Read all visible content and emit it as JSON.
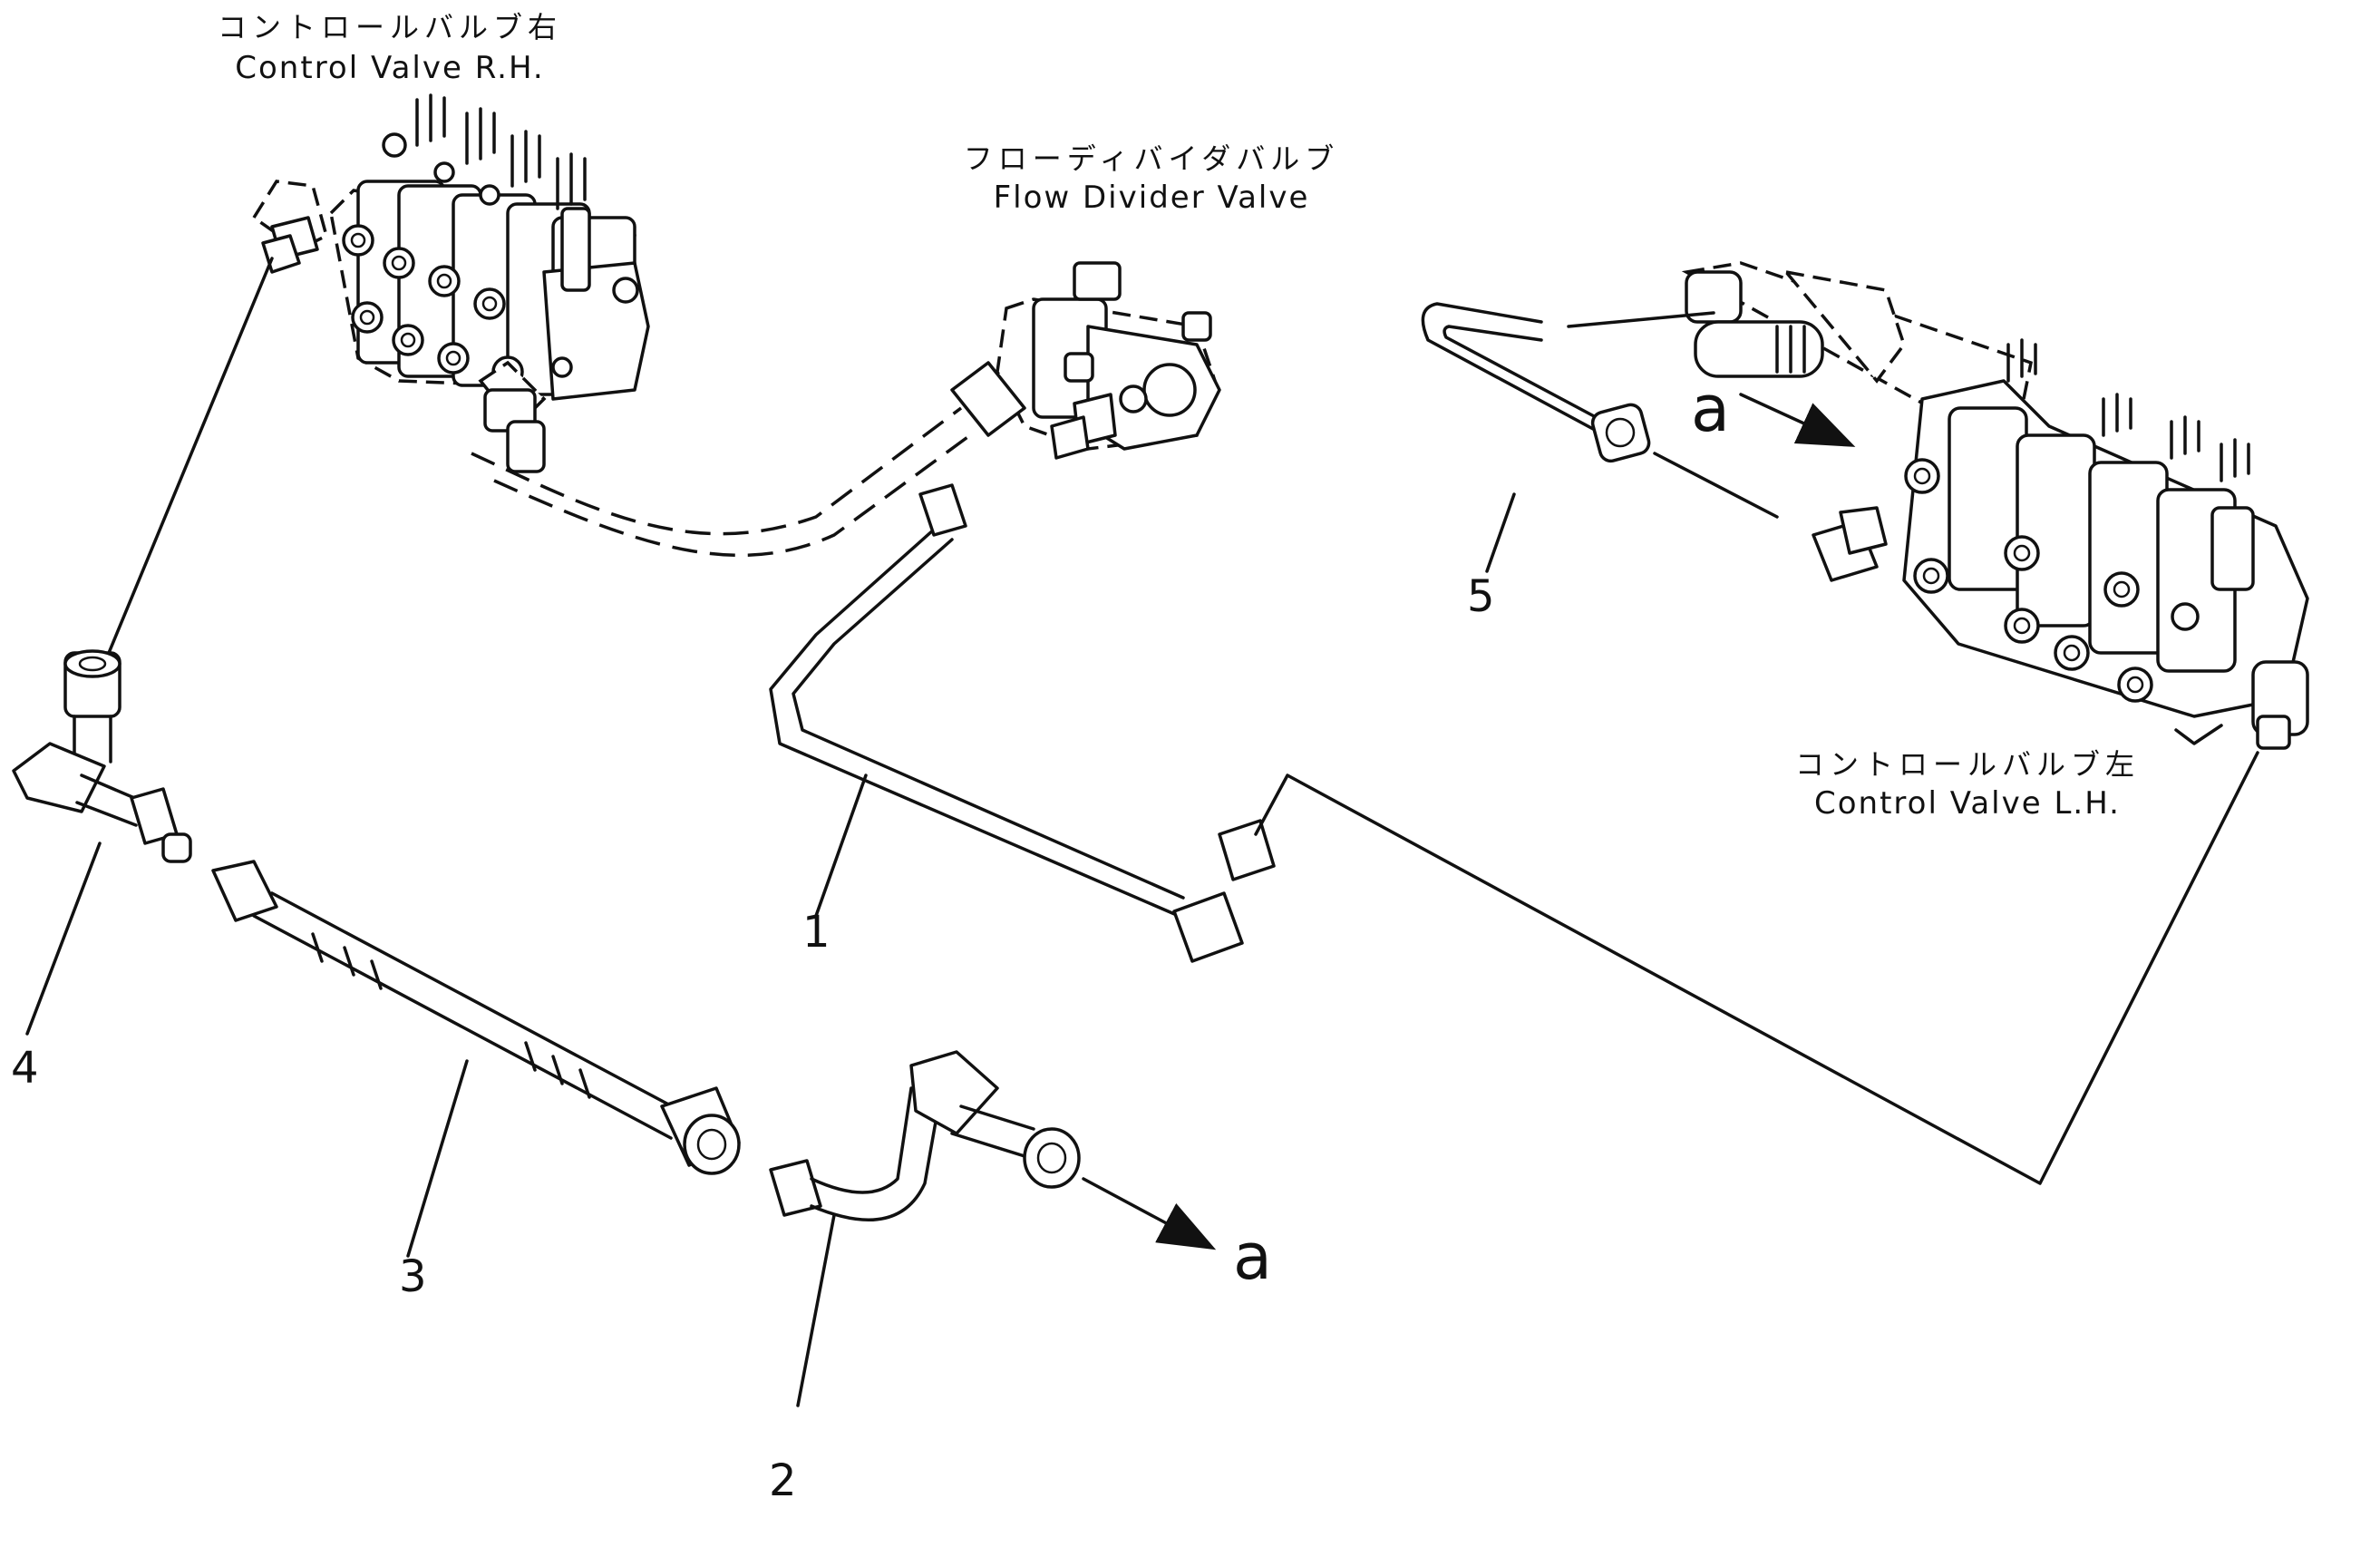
{
  "diagram": {
    "labels": {
      "control_valve_rh_jp": "コントロールバルブ右",
      "control_valve_rh_en": "Control Valve R.H.",
      "flow_divider_jp": "フローディバイダバルブ",
      "flow_divider_en": "Flow Divider Valve",
      "control_valve_lh_jp": "コントロールバルブ左",
      "control_valve_lh_en": "Control Valve L.H."
    },
    "part_numbers": {
      "p1": "1",
      "p2": "2",
      "p3": "3",
      "p4": "4",
      "p5": "5"
    },
    "connection_markers": {
      "a_upper": "a",
      "a_lower": "a"
    }
  }
}
